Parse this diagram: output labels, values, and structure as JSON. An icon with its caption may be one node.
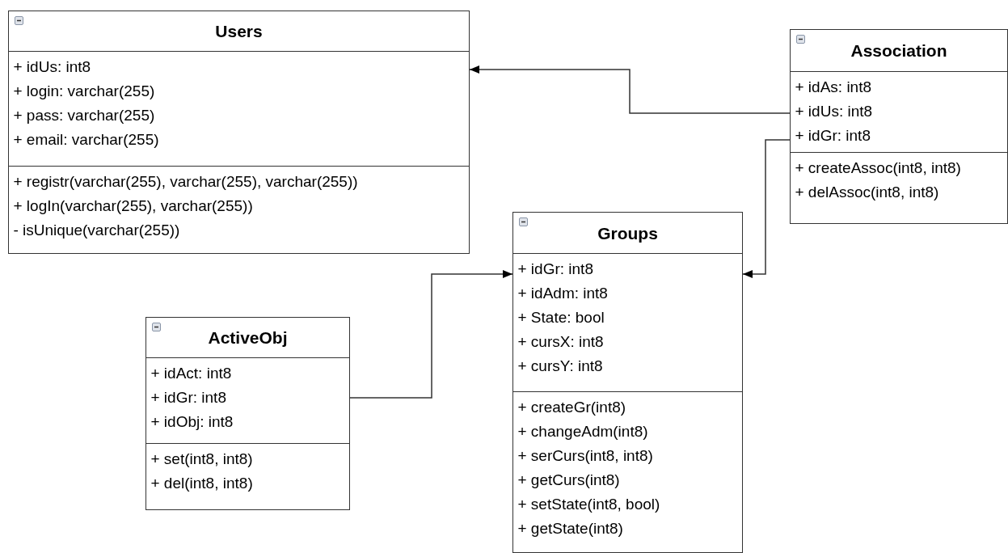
{
  "diagram": {
    "nodes": [
      {
        "text": [
          "Users"
        ]
      },
      {
        "text": [
          "+ idUs: int8",
          "+ login: varchar(255)",
          "+ pass: varchar(255)",
          "+ email: varchar(255)"
        ],
        "in": 0
      },
      {
        "text": [
          "+ registr(varchar(255), varchar(255), varchar(255))",
          "+ logIn(varchar(255), varchar(255))",
          "- isUnique(varchar(255))"
        ],
        "in": 0
      },
      {
        "text": [
          "Association"
        ]
      },
      {
        "text": [
          "+ idAs: int8",
          "+ idUs: int8",
          "+ idGr: int8"
        ],
        "in": 3
      },
      {
        "text": [
          "+ createAssoc(int8, int8)",
          "+ delAssoc(int8, int8)"
        ],
        "in": 3
      },
      {
        "text": [
          "Groups"
        ]
      },
      {
        "text": [
          "+ idGr: int8",
          "+ idAdm: int8",
          "+ State: bool",
          "+ cursX: int8",
          "+ cursY: int8"
        ],
        "in": 6
      },
      {
        "text": [
          "+ createGr(int8)",
          "+ changeAdm(int8)",
          "+ serCurs(int8, int8)",
          "+ getCurs(int8)",
          "+ setState(int8, bool)",
          "+ getState(int8)"
        ],
        "in": 6
      },
      {
        "text": [
          "ActiveObj"
        ]
      },
      {
        "text": [
          "+ idAct: int8",
          "+ idGr: int8",
          "+ idObj: int8"
        ],
        "in": 9
      },
      {
        "text": [
          "+ set(int8, int8)",
          "+ del(int8, int8)"
        ],
        "in": 9
      }
    ],
    "edges": [
      {
        "from": 4,
        "to": 1,
        "arrow": "to"
      },
      {
        "from": 4,
        "to": 7,
        "arrow": "to"
      },
      {
        "from": 10,
        "to": 7,
        "arrow": "to"
      }
    ]
  }
}
